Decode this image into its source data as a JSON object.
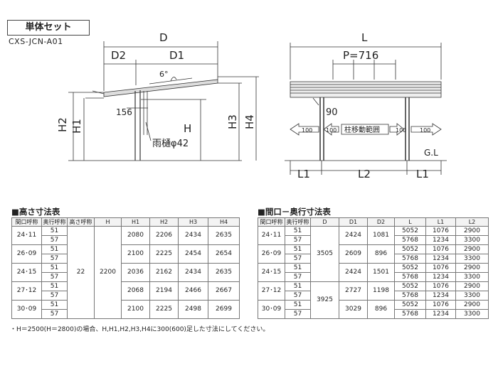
{
  "header": {
    "title": "単体セット",
    "model": "CXS-JCN-A01"
  },
  "side_view": {
    "D": "D",
    "D1": "D1",
    "D2": "D2",
    "angle": "6°",
    "offset": "156",
    "H": "H",
    "H1": "H1",
    "H2": "H2",
    "H3": "H3",
    "H4": "H4",
    "gutter": "雨樋φ42"
  },
  "front_view": {
    "L": "L",
    "P": "P=716",
    "post": "90",
    "range": "柱移動範囲",
    "hundred": "100",
    "gl": "G.L",
    "L1": "L1",
    "L2": "L2"
  },
  "height_table": {
    "title": "■高さ寸法表",
    "headers": [
      "間口呼称",
      "奥行呼称",
      "高さ呼称",
      "H",
      "H1",
      "H2",
      "H3",
      "H4"
    ],
    "merged": {
      "height_name": "22",
      "h": "2200"
    },
    "groups": [
      {
        "front": "24･11",
        "depths": [
          "51",
          "57"
        ],
        "h1": "2080",
        "h2": "2206",
        "h3": "2434",
        "h4": "2635"
      },
      {
        "front": "26･09",
        "depths": [
          "51",
          "57"
        ],
        "h1": "2100",
        "h2": "2225",
        "h3": "2454",
        "h4": "2654"
      },
      {
        "front": "24･15",
        "depths": [
          "51",
          "57"
        ],
        "h1": "2036",
        "h2": "2162",
        "h3": "2434",
        "h4": "2635"
      },
      {
        "front": "27･12",
        "depths": [
          "51",
          "57"
        ],
        "h1": "2068",
        "h2": "2194",
        "h3": "2466",
        "h4": "2667"
      },
      {
        "front": "30･09",
        "depths": [
          "51",
          "57"
        ],
        "h1": "2100",
        "h2": "2225",
        "h3": "2498",
        "h4": "2699"
      }
    ]
  },
  "width_table": {
    "title": "■間口－奥行寸法表",
    "headers": [
      "間口呼称",
      "奥行呼称",
      "D",
      "D1",
      "D2",
      "L",
      "L1",
      "L2"
    ],
    "d_values": [
      "3505",
      "3925"
    ],
    "groups": [
      {
        "front": "24･11",
        "depths": [
          "51",
          "57"
        ],
        "d1": "2424",
        "d2": "1081",
        "rows": [
          [
            "5052",
            "1076",
            "2900"
          ],
          [
            "5768",
            "1234",
            "3300"
          ]
        ]
      },
      {
        "front": "26･09",
        "depths": [
          "51",
          "57"
        ],
        "d1": "2609",
        "d2": "896",
        "rows": [
          [
            "5052",
            "1076",
            "2900"
          ],
          [
            "5768",
            "1234",
            "3300"
          ]
        ]
      },
      {
        "front": "24･15",
        "depths": [
          "51",
          "57"
        ],
        "d1": "2424",
        "d2": "1501",
        "rows": [
          [
            "5052",
            "1076",
            "2900"
          ],
          [
            "5768",
            "1234",
            "3300"
          ]
        ]
      },
      {
        "front": "27･12",
        "depths": [
          "51",
          "57"
        ],
        "d1": "2727",
        "d2": "1198",
        "rows": [
          [
            "5052",
            "1076",
            "2900"
          ],
          [
            "5768",
            "1234",
            "3300"
          ]
        ]
      },
      {
        "front": "30･09",
        "depths": [
          "51",
          "57"
        ],
        "d1": "3029",
        "d2": "896",
        "rows": [
          [
            "5052",
            "1076",
            "2900"
          ],
          [
            "5768",
            "1234",
            "3300"
          ]
        ]
      }
    ]
  },
  "note": "・H＝2500(H＝2800)の場合、H,H1,H2,H3,H4に300(600)足した寸法にしてください。"
}
